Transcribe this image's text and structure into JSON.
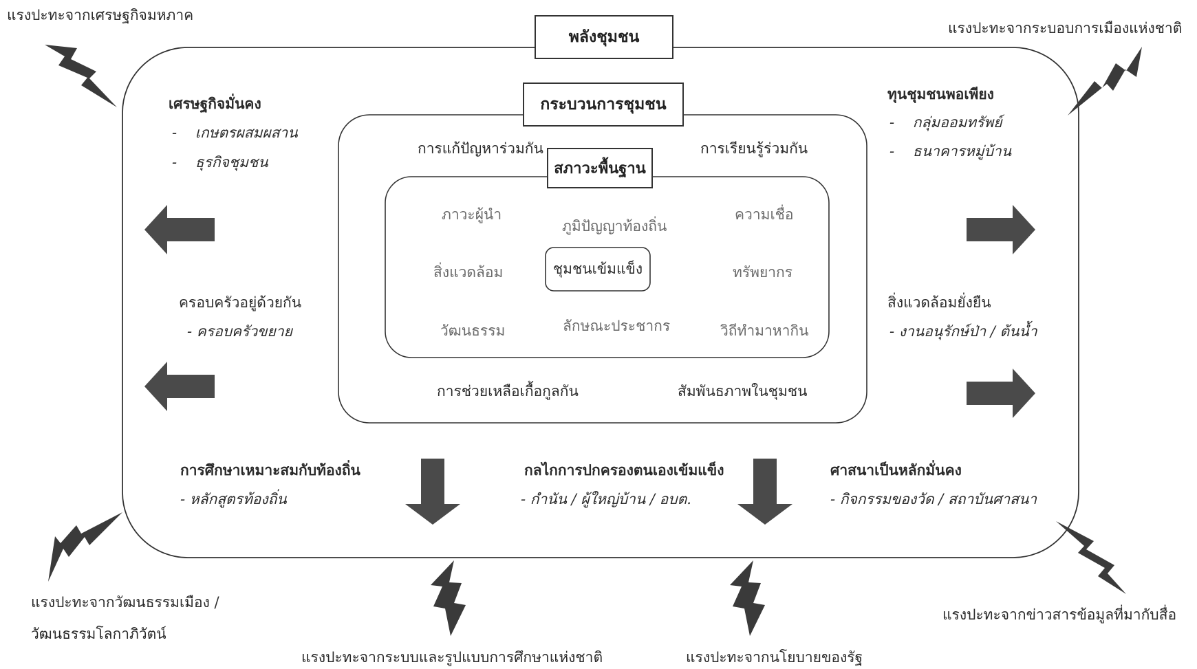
{
  "external": {
    "top_left": "แรงปะทะจากเศรษฐกิจมหภาค",
    "top_right": "แรงปะทะจากระบอบการเมืองแห่งชาติ",
    "bottom_left_1": "แรงปะทะจากวัฒนธรรมเมือง /",
    "bottom_left_2": "วัฒนธรรมโลกาภิวัตน์",
    "bottom_mid_left": "แรงปะทะจากระบบและรูปแบบการศึกษาแห่งชาติ",
    "bottom_mid_right": "แรงปะทะจากนโยบายของรัฐ",
    "bottom_right": "แรงปะทะจากข่าวสารข้อมูลที่มากับสื่อ"
  },
  "outer": {
    "title": "พลังชุมชน",
    "economy": {
      "heading": "เศรษฐกิจมั่นคง",
      "items": [
        "เกษตรผสมผสาน",
        "ธุรกิจชุมชน"
      ]
    },
    "capital": {
      "heading": "ทุนชุมชนพอเพียง",
      "items": [
        "กลุ่มออมทรัพย์",
        "ธนาคารหมู่บ้าน"
      ]
    },
    "family": {
      "heading": "ครอบครัวอยู่ด้วยกัน",
      "item": "ครอบครัวขยาย"
    },
    "environment": {
      "heading": "สิ่งแวดล้อมยั่งยืน",
      "item": "งานอนุรักษ์ป่า / ต้นน้ำ"
    },
    "education": {
      "heading": "การศึกษาเหมาะสมกับท้องถิ่น",
      "item": "หลักสูตรท้องถิ่น"
    },
    "governance": {
      "heading": "กลไกการปกครองตนเองเข้มแข็ง",
      "item": "กำนัน / ผู้ใหญ่บ้าน / อบต."
    },
    "religion": {
      "heading": "ศาสนาเป็นหลักมั่นคง",
      "item": "กิจกรรมของวัด / สถาบันศาสนา"
    }
  },
  "process": {
    "title": "กระบวนการชุมชน",
    "problem_solving": "การแก้ปัญหาร่วมกัน",
    "learning": "การเรียนรู้ร่วมกัน",
    "mutual_help": "การช่วยเหลือเกื้อกูลกัน",
    "relations": "สัมพันธภาพในชุมชน"
  },
  "foundation": {
    "title": "สภาวะพื้นฐาน",
    "leadership": "ภาวะผู้นำ",
    "wisdom": "ภูมิปัญญาท้องถิ่น",
    "belief": "ความเชื่อ",
    "surroundings": "สิ่งแวดล้อม",
    "resources": "ทรัพยากร",
    "culture": "วัฒนธรรม",
    "population": "ลักษณะประชากร",
    "livelihood": "วิถีทำมาหากิน"
  },
  "core": {
    "label": "ชุมชนเข้มแข็ง"
  },
  "colors": {
    "arrow": "#4a4a4a",
    "bolt": "#3a3a3a",
    "line": "#333333"
  }
}
